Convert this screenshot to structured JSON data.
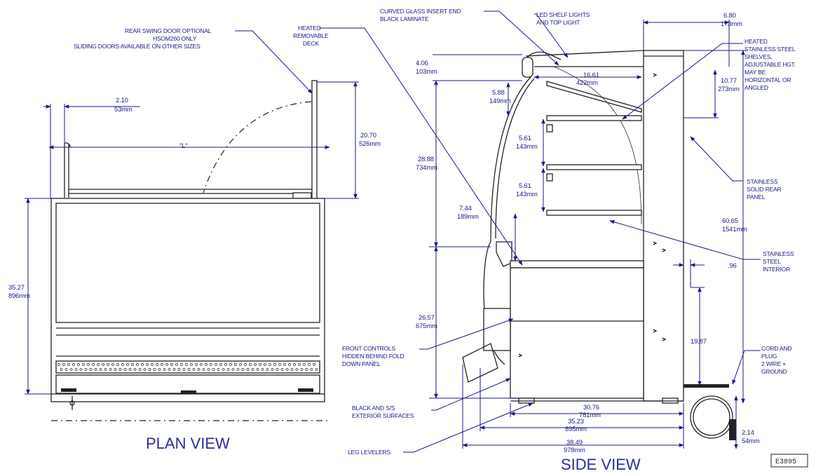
{
  "views": {
    "plan_title": "PLAN VIEW",
    "side_title": "SIDE VIEW"
  },
  "code": "E3895",
  "plan_labels": {
    "rear_door": [
      "REAR SWING DOOR OPTIONAL",
      "HSOM260 ONLY",
      "SLIDING DOORS AVAILABLE ON OTHER SIZES"
    ],
    "d210": [
      "2.10",
      "53mm"
    ],
    "d2070": [
      "20.70",
      "526mm"
    ],
    "length": "\"L\"",
    "d3527": [
      "35.27",
      "896mm"
    ]
  },
  "side_labels": {
    "heated_deck": [
      "HEATED",
      "REMOVABLE",
      "DECK"
    ],
    "curved_glass": [
      "CURVED GLASS INSERT END",
      "BLACK LAMINATE"
    ],
    "led": [
      "LED SHELF LIGHTS",
      "AND TOP LIGHT"
    ],
    "d680": [
      "6.80",
      "173mm"
    ],
    "heated_shelves": [
      "HEATED",
      "STAINLESS STEEL",
      "SHELVES,",
      "ADJUSTABLE HGT.",
      "MAY BE",
      "HORIZONTAL OR",
      "ANGLED"
    ],
    "d406": [
      "4.06",
      "103mm"
    ],
    "d1661": [
      "16.61",
      "422mm"
    ],
    "d1077": [
      "10.77",
      "273mm"
    ],
    "d588": [
      "5.88",
      "149mm"
    ],
    "d561a": [
      "5.61",
      "143mm"
    ],
    "d2888": [
      "28.88",
      "734mm"
    ],
    "d561b": [
      "5.61",
      "143mm"
    ],
    "rear_panel": [
      "STAINLESS",
      "SOLID REAR",
      "PANEL"
    ],
    "d744": [
      "7.44",
      "189mm"
    ],
    "d6065": [
      "60.65",
      "1541mm"
    ],
    "interior": [
      "STAINLESS",
      "STEEL",
      "INTERIOR"
    ],
    "d96": ".96",
    "d2657": [
      "26.57",
      "675mm"
    ],
    "d1987": "19.87",
    "front_controls": [
      "FRONT CONTROLS",
      "HIDDEN BEHIND FOLD",
      "DOWN PANEL"
    ],
    "cord": [
      "CORD AND",
      "PLUG",
      "2 WIRE +",
      "GROUND"
    ],
    "exterior": [
      "BLACK AND S/S",
      "EXTERIOR SURFACES"
    ],
    "d3076": [
      "30.76",
      "781mm"
    ],
    "d3523": [
      "35.23",
      "895mm"
    ],
    "d3849": [
      "38.49",
      "978mm"
    ],
    "leg": "LEG LEVELERS",
    "d214": [
      "2.14",
      "54mm"
    ]
  }
}
